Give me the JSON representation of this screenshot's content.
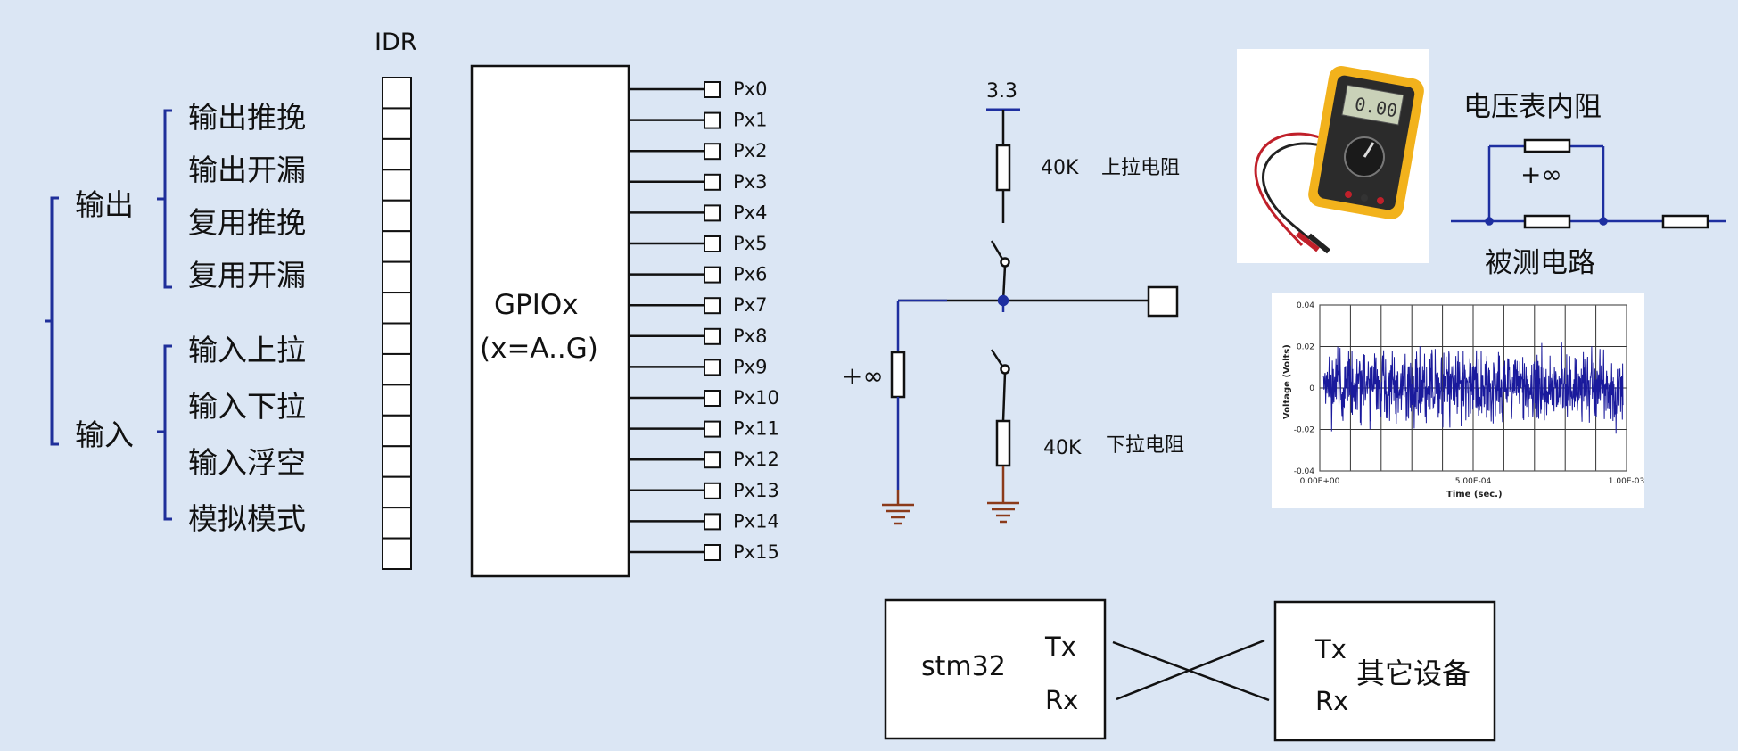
{
  "modes": {
    "output_group": "输出",
    "input_group": "输入",
    "output_items": [
      "输出推挽",
      "输出开漏",
      "复用推挽",
      "复用开漏"
    ],
    "input_items": [
      "输入上拉",
      "输入下拉",
      "输入浮空",
      "模拟模式"
    ]
  },
  "register": {
    "label": "IDR",
    "cell_count": 16
  },
  "gpio": {
    "line1": "GPIOx",
    "line2": "(x=A..G)",
    "pins": [
      "Px0",
      "Px1",
      "Px2",
      "Px3",
      "Px4",
      "Px5",
      "Px6",
      "Px7",
      "Px8",
      "Px9",
      "Px10",
      "Px11",
      "Px12",
      "Px13",
      "Px14",
      "Px15"
    ]
  },
  "pull_circuit": {
    "vcc": "3.3",
    "pullup_value": "40K",
    "pullup_label": "上拉电阻",
    "pulldown_value": "40K",
    "pulldown_label": "下拉电阻",
    "infinite_resistance": "+∞"
  },
  "voltmeter": {
    "title": "电压表内阻",
    "internal": "+∞",
    "circuit_label": "被测电路"
  },
  "noise_chart": {
    "ylabel": "Voltage (Volts)",
    "xlabel": "Time (sec.)",
    "yticks": [
      "0.04",
      "0.02",
      "0",
      "-0.02",
      "-0.04"
    ],
    "xticks": [
      "0.00E+00",
      "5.00E-04",
      "1.00E-03"
    ]
  },
  "uart": {
    "left_device": "stm32",
    "right_device": "其它设备",
    "tx": "Tx",
    "rx": "Rx"
  },
  "colors": {
    "background": "#dbe6f4",
    "bracket": "#1f2f9a",
    "wire_blue": "#1e2fa0",
    "ground": "#8b3a1a",
    "black": "#111111"
  }
}
